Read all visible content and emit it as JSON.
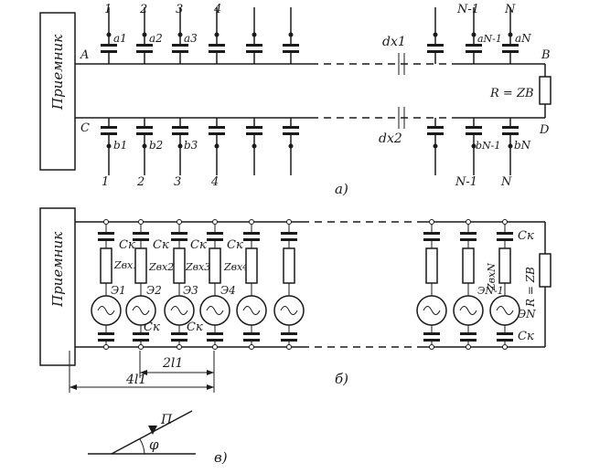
{
  "receiver_label": "Приемник",
  "part_a": {
    "caption": "a)",
    "top_numbers": [
      "1",
      "2",
      "3",
      "4",
      "N-1",
      "N"
    ],
    "bottom_numbers": [
      "1",
      "2",
      "3",
      "4",
      "N-1",
      "N"
    ],
    "top_probes": [
      "a1",
      "a2",
      "a3",
      "aN-1",
      "aN"
    ],
    "bottom_probes": [
      "b1",
      "b2",
      "b3",
      "bN-1",
      "bN"
    ],
    "corner_A": "A",
    "corner_B": "B",
    "corner_C": "C",
    "corner_D": "D",
    "dx1": "dx1",
    "dx2": "dx2",
    "load": "R = ZB"
  },
  "part_b": {
    "caption": "б)",
    "ck": "Cк",
    "z_labels": [
      "Zвх1",
      "Zвх2",
      "Zвх3",
      "Zвх4",
      "ZвхN"
    ],
    "e_labels": [
      "Э1",
      "Э2",
      "Э3",
      "Э4",
      "ЭN-1",
      "ЭN"
    ],
    "load": "R = ZB",
    "dim_2l": "2l1",
    "dim_4l": "4l1"
  },
  "part_c": {
    "caption": "в)",
    "wave": "П",
    "angle": "φ"
  }
}
